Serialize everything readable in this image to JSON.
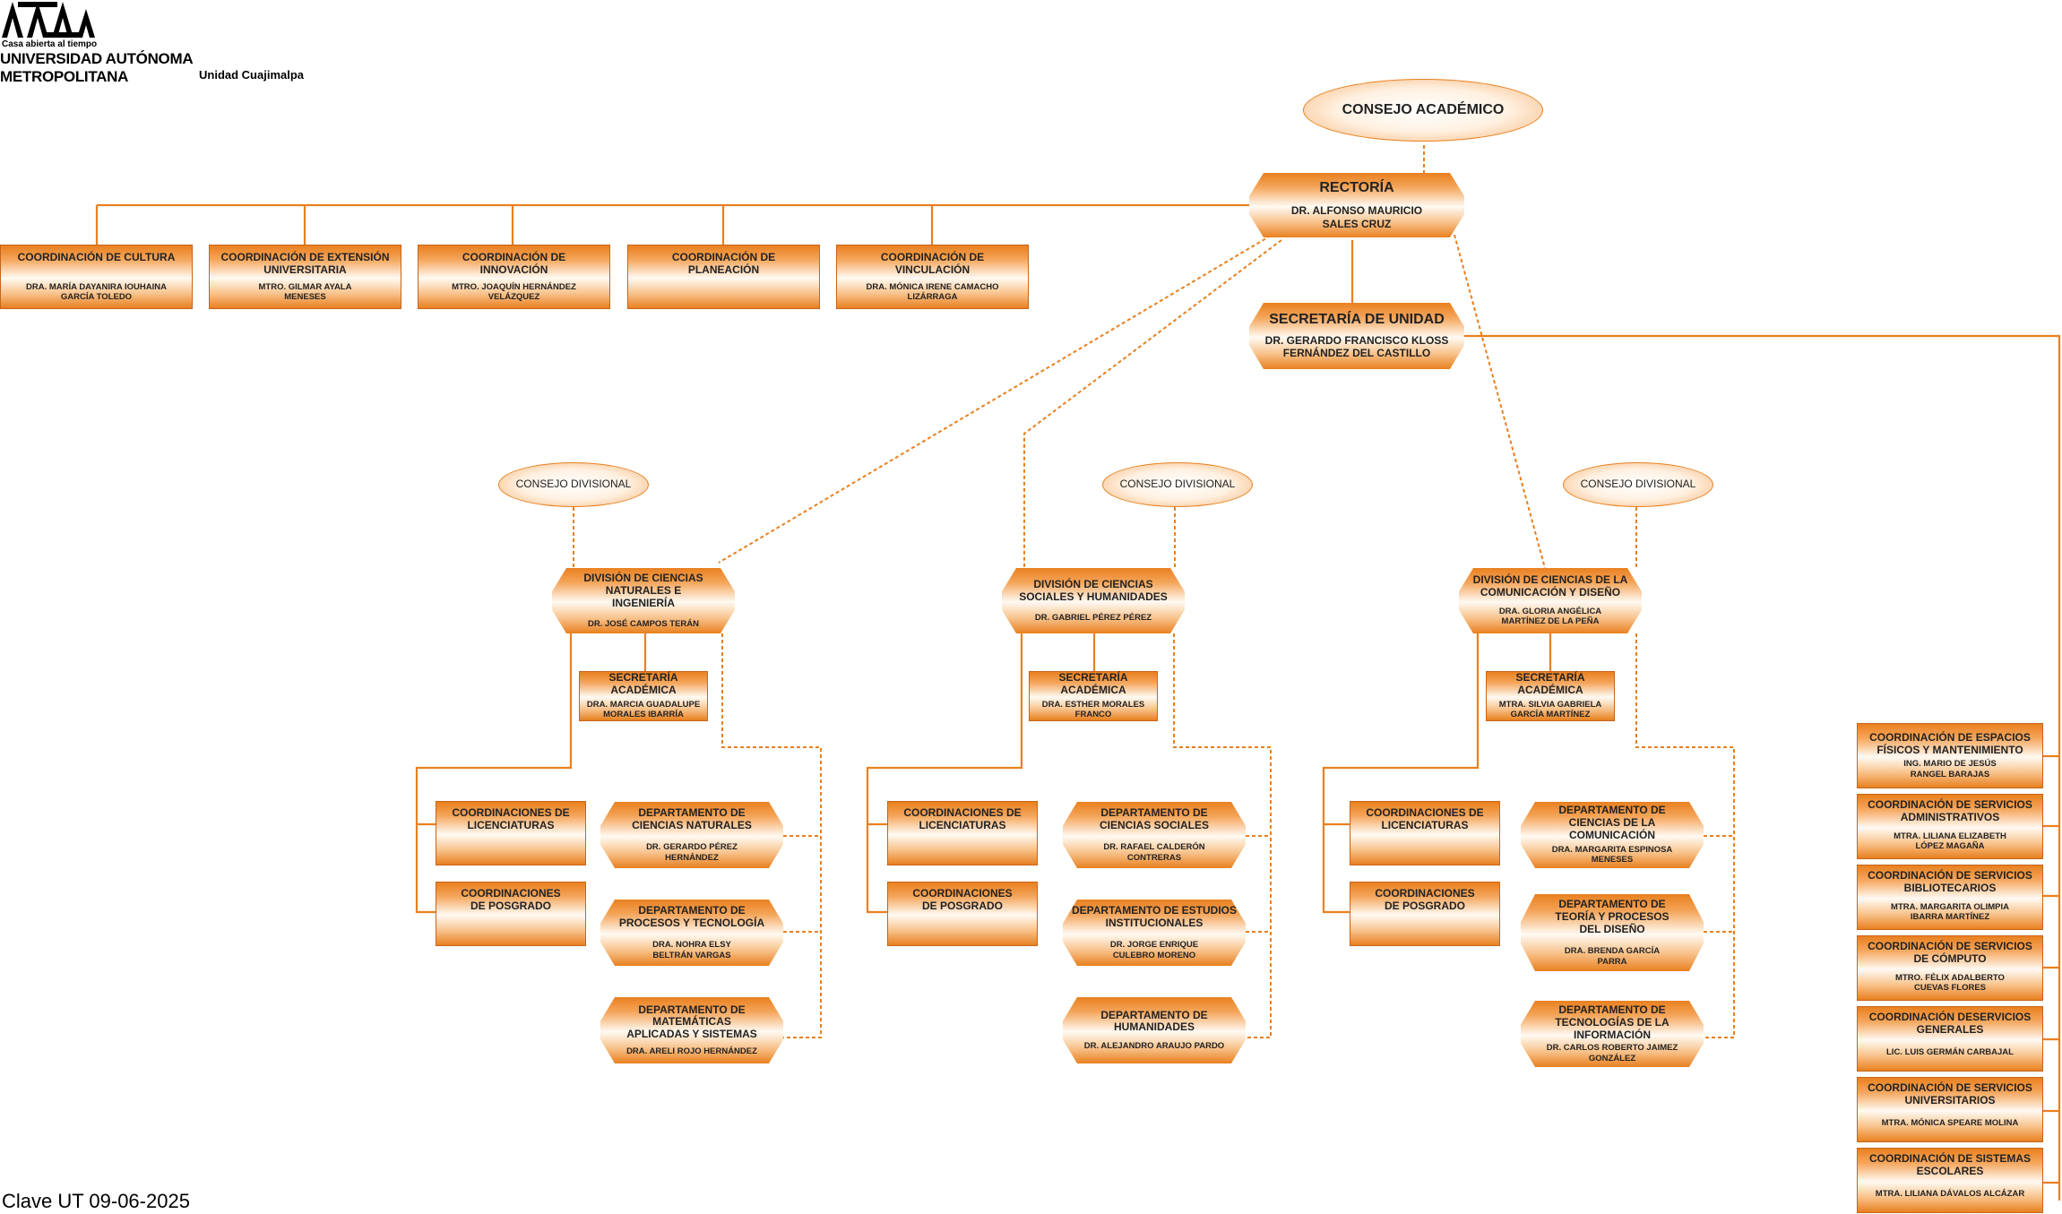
{
  "logo": {
    "tagline": "Casa abierta al tiempo",
    "name": "UNIVERSIDAD AUTÓNOMA METROPOLITANA",
    "unit": "Unidad Cuajimalpa"
  },
  "footer": "Clave UT 09-06-2025",
  "colors": {
    "line": "#e8801f",
    "accent": "#f4a55a",
    "border": "#c8641a"
  },
  "top": {
    "consejo_academico": "CONSEJO ACADÉMICO",
    "rectoria": {
      "title": "RECTORÍA",
      "name": "DR. ALFONSO MAURICIO SALES CRUZ"
    },
    "secretaria": {
      "title": "SECRETARÍA DE UNIDAD",
      "name": "DR. GERARDO FRANCISCO KLOSS FERNÁNDEZ DEL CASTILLO"
    }
  },
  "coordinaciones_rectoria": [
    {
      "title": "COORDINACIÓN DE CULTURA",
      "name": "DRA. MARÍA DAYANIRA IOUHAINA GARCÍA TOLEDO"
    },
    {
      "title": "COORDINACIÓN DE EXTENSIÓN UNIVERSITARIA",
      "name": "MTRO. GILMAR AYALA MENESES"
    },
    {
      "title": "COORDINACIÓN DE INNOVACIÓN",
      "name": "MTRO. JOAQUÍN HERNÁNDEZ VELÁZQUEZ"
    },
    {
      "title": "COORDINACIÓN DE PLANEACIÓN",
      "name": ""
    },
    {
      "title": "COORDINACIÓN DE VINCULACIÓN",
      "name": "DRA. MÓNICA IRENE CAMACHO LIZÁRRAGA"
    }
  ],
  "divisiones": [
    {
      "consejo": "CONSEJO DIVISIONAL",
      "title": "DIVISIÓN DE CIENCIAS NATURALES E INGENIERÍA",
      "name": "DR. JOSÉ CAMPOS TERÁN",
      "secretaria": {
        "title": "SECRETARÍA ACADÉMICA",
        "name": "DRA. MARCIA GUADALUPE MORALES IBARRÍA"
      },
      "licenciaturas": "COORDINACIONES DE LICENCIATURAS",
      "posgrado": "COORDINACIONES DE POSGRADO",
      "departamentos": [
        {
          "title": "DEPARTAMENTO DE CIENCIAS NATURALES",
          "name": "DR. GERARDO PÉREZ HERNÁNDEZ"
        },
        {
          "title": "DEPARTAMENTO DE PROCESOS Y TECNOLOGÍA",
          "name": "DRA. NOHRA ELSY BELTRÁN VARGAS"
        },
        {
          "title": "DEPARTAMENTO DE MATEMÁTICAS APLICADAS Y SISTEMAS",
          "name": "DRA. ARELI ROJO HERNÁNDEZ"
        }
      ]
    },
    {
      "consejo": "CONSEJO DIVISIONAL",
      "title": "DIVISIÓN DE CIENCIAS SOCIALES Y HUMANIDADES",
      "name": "DR. GABRIEL PÉREZ PÉREZ",
      "secretaria": {
        "title": "SECRETARÍA ACADÉMICA",
        "name": "DRA. ESTHER MORALES FRANCO"
      },
      "licenciaturas": "COORDINACIONES DE LICENCIATURAS",
      "posgrado": "COORDINACIONES DE POSGRADO",
      "departamentos": [
        {
          "title": "DEPARTAMENTO DE CIENCIAS SOCIALES",
          "name": "DR. RAFAEL CALDERÓN CONTRERAS"
        },
        {
          "title": "DEPARTAMENTO DE ESTUDIOS INSTITUCIONALES",
          "name": "DR. JORGE ENRIQUE CULEBRO MORENO"
        },
        {
          "title": "DEPARTAMENTO DE HUMANIDADES",
          "name": "DR. ALEJANDRO ARAUJO PARDO"
        }
      ]
    },
    {
      "consejo": "CONSEJO DIVISIONAL",
      "title": "DIVISIÓN DE CIENCIAS DE LA COMUNICACIÓN Y DISEÑO",
      "name": "DRA. GLORIA ANGÉLICA MARTÍNEZ DE LA PEÑA",
      "secretaria": {
        "title": "SECRETARÍA ACADÉMICA",
        "name": "MTRA. SILVIA GABRIELA GARCÍA MARTÍNEZ"
      },
      "licenciaturas": "COORDINACIONES DE LICENCIATURAS",
      "posgrado": "COORDINACIONES DE POSGRADO",
      "departamentos": [
        {
          "title": "DEPARTAMENTO DE CIENCIAS DE LA COMUNICACIÓN",
          "name": "DRA. MARGARITA ESPINOSA MENESES"
        },
        {
          "title": "DEPARTAMENTO DE TEORÍA Y PROCESOS DEL DISEÑO",
          "name": "DRA. BRENDA GARCÍA PARRA"
        },
        {
          "title": "DEPARTAMENTO DE TECNOLOGÍAS DE LA INFORMACIÓN",
          "name": "DR. CARLOS ROBERTO JAIMEZ GONZÁLEZ"
        }
      ]
    }
  ],
  "coordinaciones_secretaria": [
    {
      "title": "COORDINACIÓN DE ESPACIOS FÍSICOS Y MANTENIMIENTO",
      "name": "ING. MARIO DE JESÚS RANGEL BARAJAS"
    },
    {
      "title": "COORDINACIÓN DE SERVICIOS ADMINISTRATIVOS",
      "name": "MTRA. LILIANA ELIZABETH LÓPEZ MAGAÑA"
    },
    {
      "title": "COORDINACIÓN DE SERVICIOS BIBLIOTECARIOS",
      "name": "MTRA. MARGARITA OLIMPIA IBARRA MARTÍNEZ"
    },
    {
      "title": "COORDINACIÓN DE SERVICIOS DE CÓMPUTO",
      "name": "MTRO. FÉLIX ADALBERTO CUEVAS FLORES"
    },
    {
      "title": "COORDINACIÓN DESERVICIOS GENERALES",
      "name": "LIC. LUIS GERMÁN CARBAJAL"
    },
    {
      "title": "COORDINACIÓN DE SERVICIOS UNIVERSITARIOS",
      "name": "MTRA. MÓNICA SPEARE MOLINA"
    },
    {
      "title": "COORDINACIÓN DE SISTEMAS ESCOLARES",
      "name": "MTRA. LILIANA DÁVALOS ALCÁZAR"
    }
  ]
}
